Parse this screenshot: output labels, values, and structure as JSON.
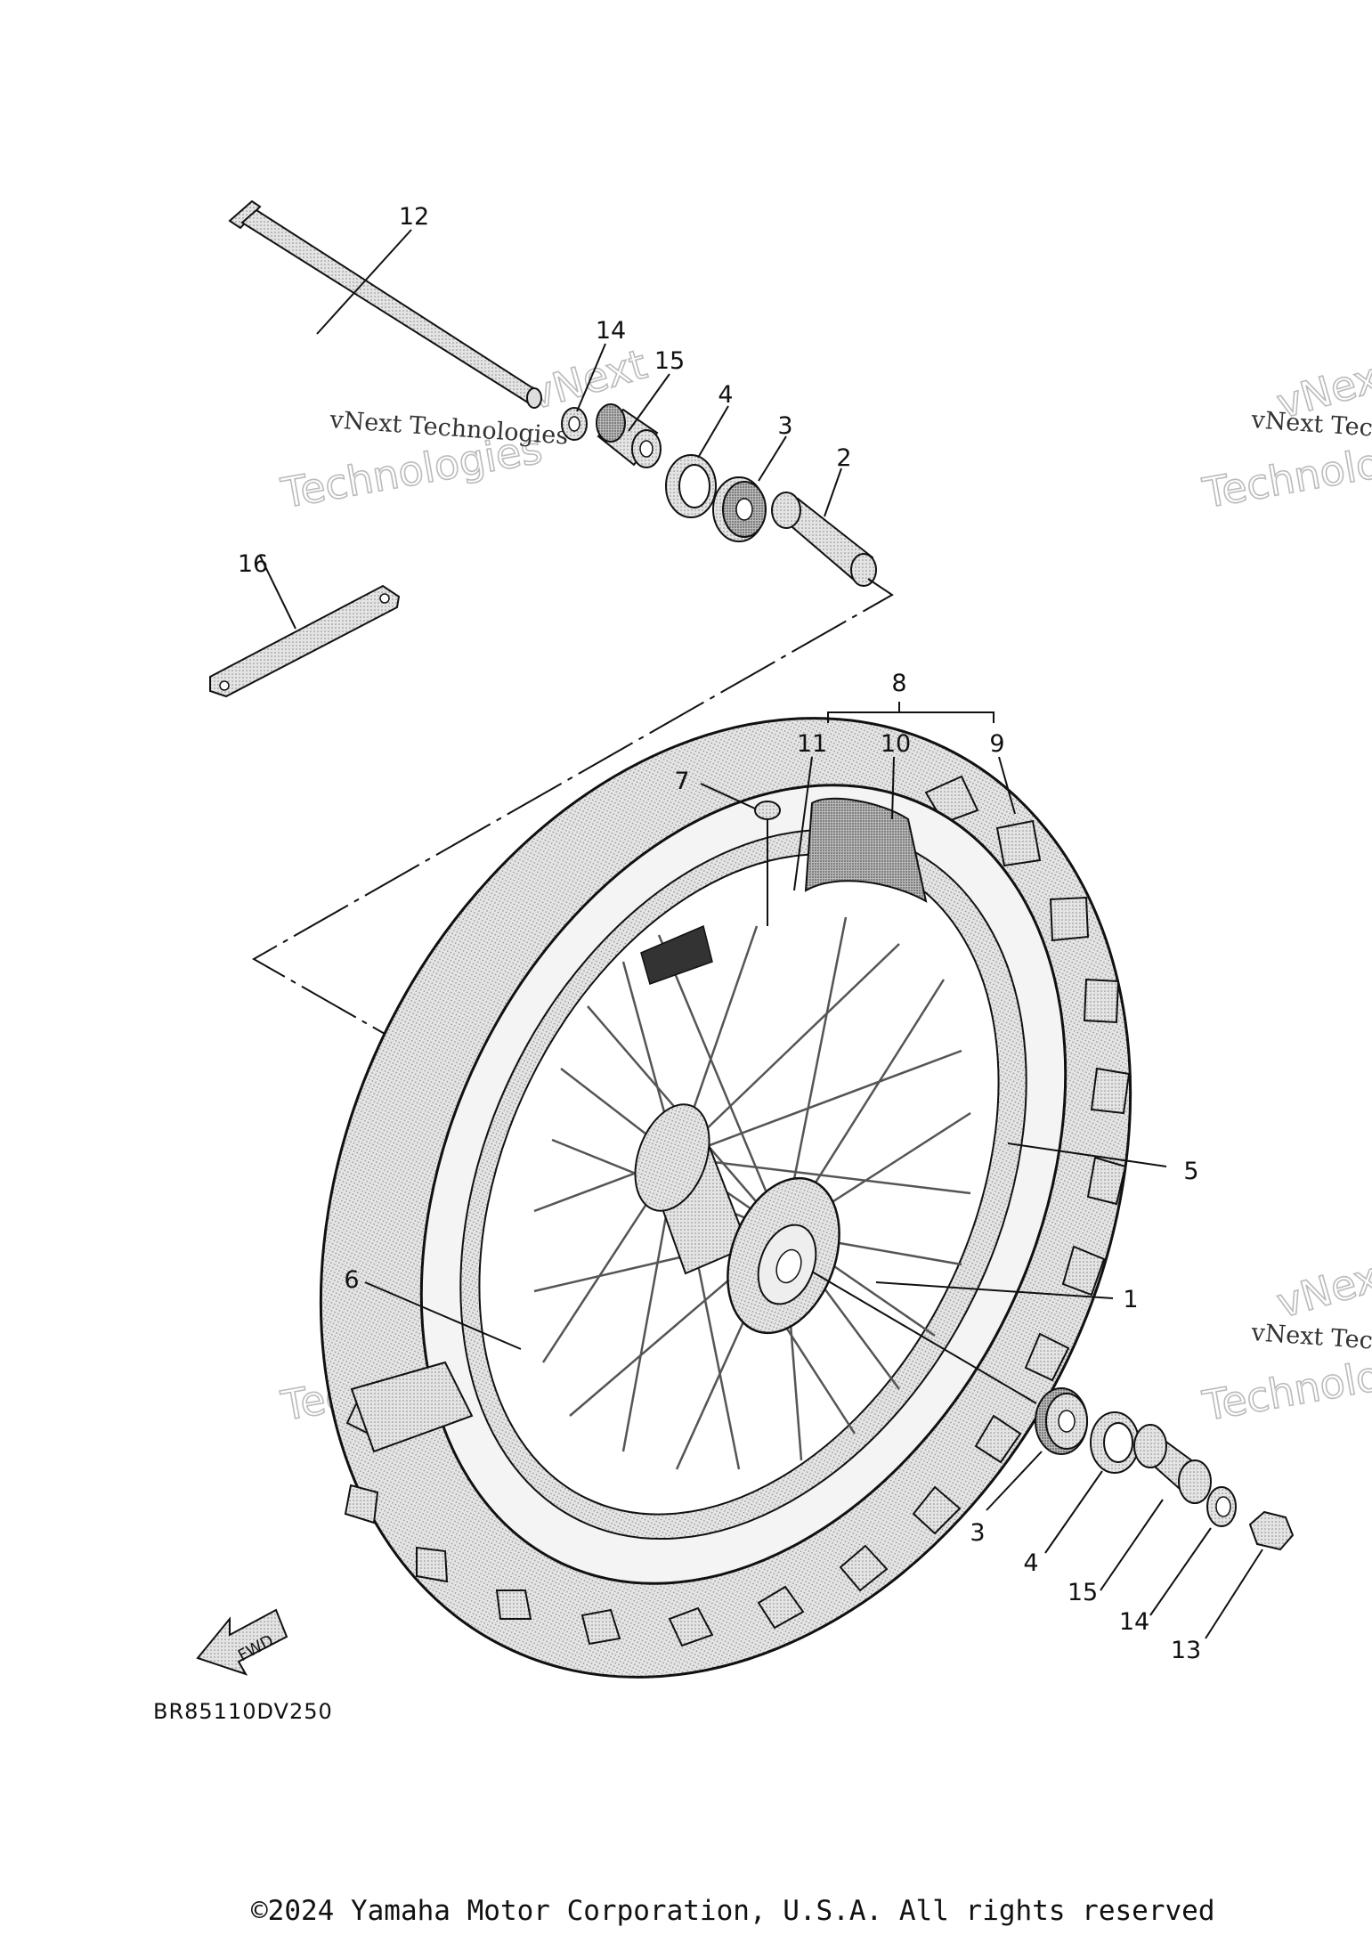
{
  "diagram_code": "BR85110DV250",
  "copyright": "©2024 Yamaha Motor Corporation, U.S.A. All rights reserved",
  "fwd_label": "FWD",
  "watermark": {
    "line1": "vNext Technologies",
    "line2": "vNext",
    "line3": "Technologies"
  },
  "callouts": [
    {
      "id": "12",
      "label": "12"
    },
    {
      "id": "14a",
      "label": "14"
    },
    {
      "id": "15a",
      "label": "15"
    },
    {
      "id": "4a",
      "label": "4"
    },
    {
      "id": "3a",
      "label": "3"
    },
    {
      "id": "2",
      "label": "2"
    },
    {
      "id": "16",
      "label": "16"
    },
    {
      "id": "8",
      "label": "8"
    },
    {
      "id": "11",
      "label": "11"
    },
    {
      "id": "10",
      "label": "10"
    },
    {
      "id": "9",
      "label": "9"
    },
    {
      "id": "7",
      "label": "7"
    },
    {
      "id": "5",
      "label": "5"
    },
    {
      "id": "6",
      "label": "6"
    },
    {
      "id": "1",
      "label": "1"
    },
    {
      "id": "3b",
      "label": "3"
    },
    {
      "id": "4b",
      "label": "4"
    },
    {
      "id": "15b",
      "label": "15"
    },
    {
      "id": "14b",
      "label": "14"
    },
    {
      "id": "13",
      "label": "13"
    }
  ]
}
